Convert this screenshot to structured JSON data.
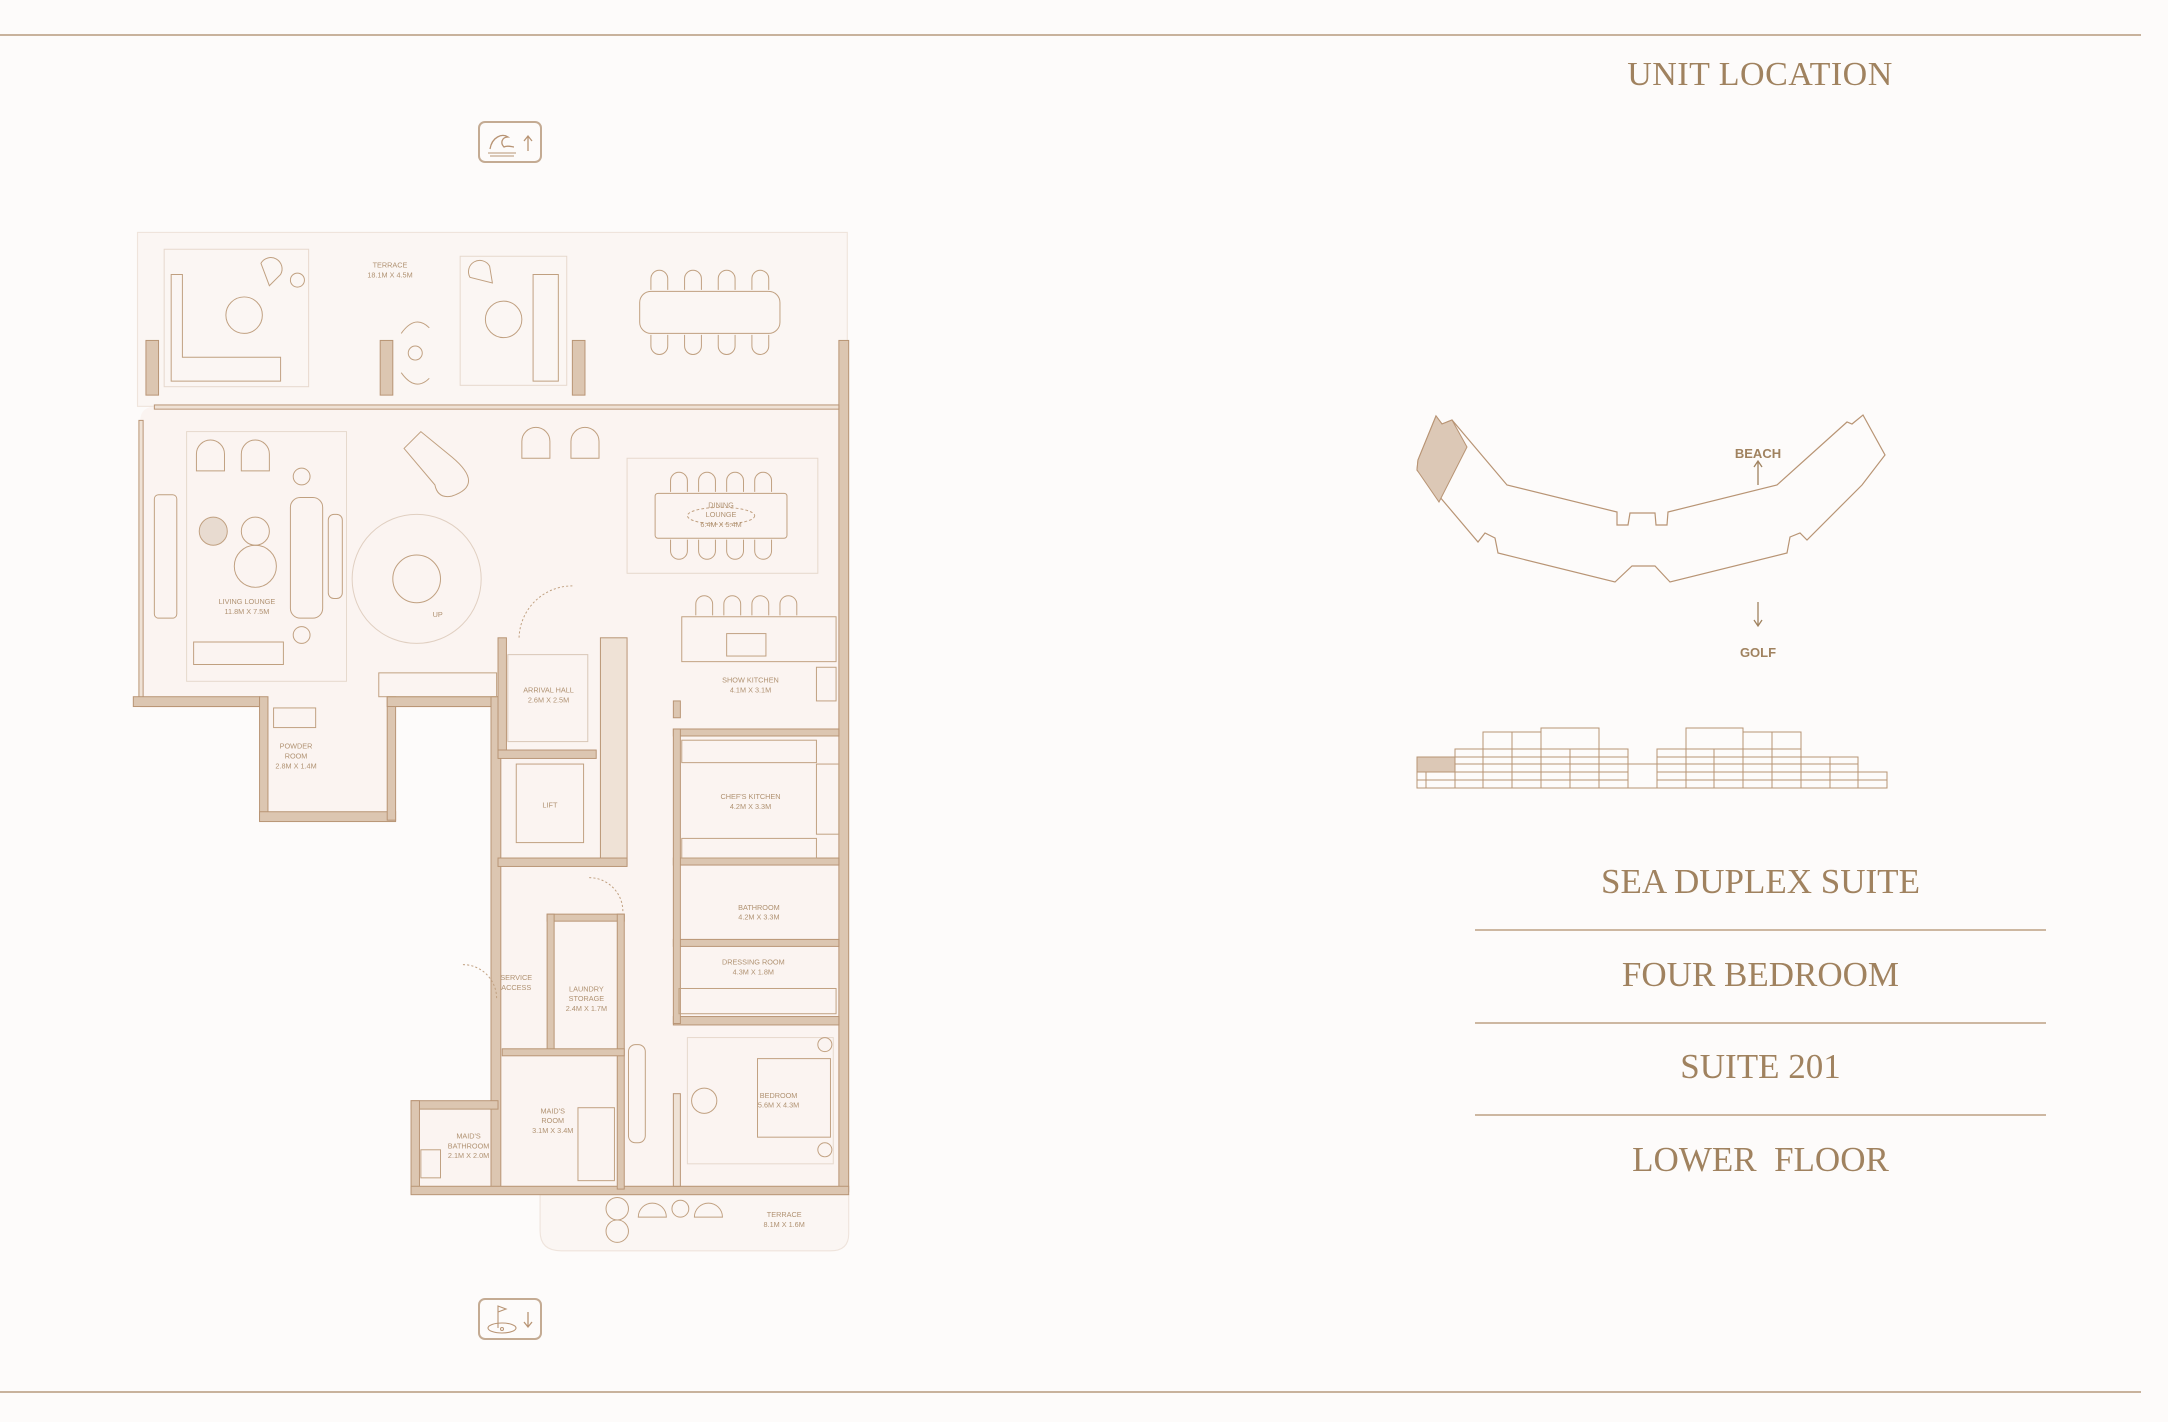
{
  "header": {
    "unit_location_title": "UNIT LOCATION"
  },
  "orientation": {
    "top_icon": "sea-wave-icon",
    "bottom_icon": "golf-flag-icon",
    "beach_label": "BEACH",
    "golf_label": "GOLF"
  },
  "unit": {
    "type": "SEA DUPLEX SUITE",
    "bedrooms": "FOUR BEDROOM",
    "suite": "SUITE 201",
    "floor": "LOWER  FLOOR"
  },
  "rooms": {
    "terrace_top": {
      "name": "TERRACE",
      "size": "18.1M X 4.5M"
    },
    "living": {
      "name": "LIVING LOUNGE",
      "size": "11.8M X 7.5M"
    },
    "dining": {
      "name1": "DINING",
      "name2": "LOUNGE",
      "size": "6.4M X 5.4M"
    },
    "stairs": {
      "label": "UP"
    },
    "arrival": {
      "name": "ARRIVAL HALL",
      "size": "2.6M X 2.5M"
    },
    "show_kitchen": {
      "name": "SHOW KITCHEN",
      "size": "4.1M X 3.1M"
    },
    "powder": {
      "name1": "POWDER",
      "name2": "ROOM",
      "size": "2.8M X 1.4M"
    },
    "lift": {
      "name": "LIFT"
    },
    "chefs_kitchen": {
      "name": "CHEF'S KITCHEN",
      "size": "4.2M X 3.3M"
    },
    "bathroom": {
      "name": "BATHROOM",
      "size": "4.2M X 3.3M"
    },
    "dressing": {
      "name": "DRESSING ROOM",
      "size": "4.3M X 1.8M"
    },
    "service": {
      "name1": "SERVICE",
      "name2": "ACCESS"
    },
    "laundry": {
      "name1": "LAUNDRY",
      "name2": "STORAGE",
      "size": "2.4M X 1.7M"
    },
    "maids_room": {
      "name1": "MAID'S",
      "name2": "ROOM",
      "size": "3.1M X 3.4M"
    },
    "maids_bath": {
      "name1": "MAID'S",
      "name2": "BATHROOM",
      "size": "2.1M X 2.0M"
    },
    "bedroom": {
      "name": "BEDROOM",
      "size": "5.6M X 4.3M"
    },
    "terrace_bottom": {
      "name": "TERRACE",
      "size": "8.1M X 1.6M"
    }
  },
  "colors": {
    "accent": "#a0825f",
    "wall": "#dcc6b1",
    "line": "#b89474",
    "highlight": "#dcc8b6",
    "background": "#fdfbfa"
  }
}
